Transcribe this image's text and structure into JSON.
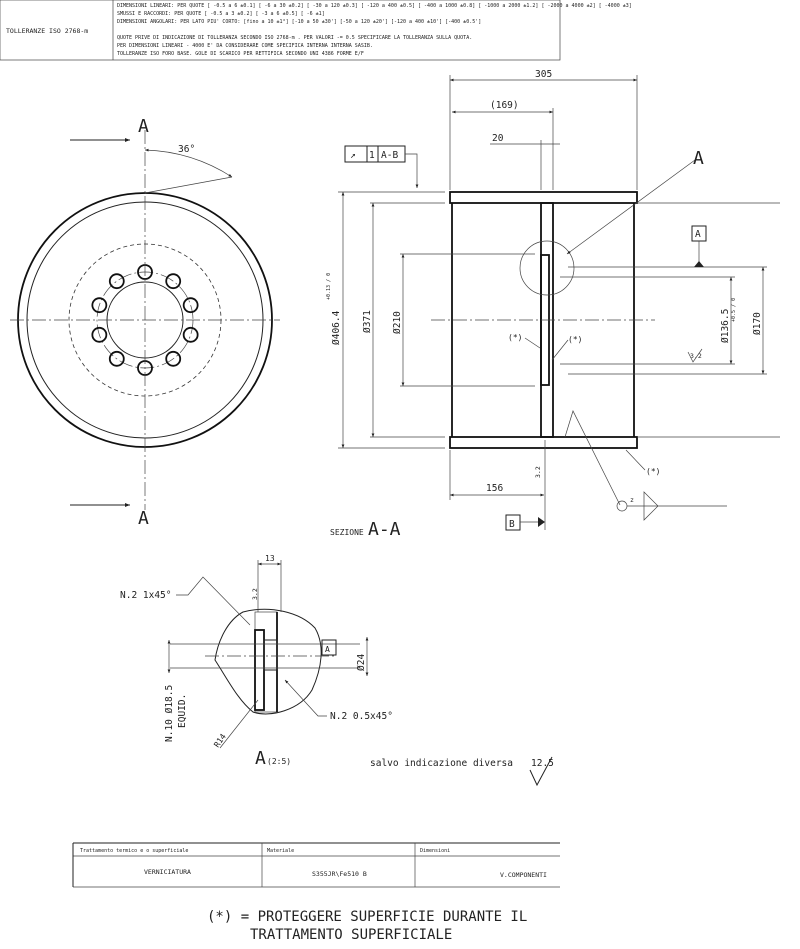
{
  "header": {
    "tolerance_standard": "TOLLERANZE ISO 2768-m",
    "lines": [
      "DIMENSIONI LINEARI: PER QUOTE [ -0.5 a 6 ±0.1] [ -6 a 30 ±0.2] [ -30 a 120 ±0.3] [ -120 a 400 ±0.5] [ -400 a 1000 ±0.8] [ -1000 a 2000 ±1.2] [ -2000 a 4000 ±2] [ -4000 ±3]",
      "SMUSSI E RACCORDI: PER QUOTE [ -0.5 a 3 ±0.2] [ -3 a 6 ±0.5] [ -6 ±1]",
      "DIMENSIONI ANGOLARI: PER LATO PIU' CORTO: [fino a 10 ±1°] [-10 a 50 ±30'] [-50 a 120 ±20'] [-120 a 400 ±10'] [-400 ±0.5']",
      "QUOTE PRIVE DI INDICAZIONE DI TOLLERANZA SECONDO ISO 2768-m . PER VALORI -= 0.5 SPECIFICARE LA TOLLERANZA SULLA QUOTA.",
      "PER DIMENSIONI LINEARI - 4000 E' DA CONSIDERARE COME SPECIFICA INTERNA INTERNA SASIB.",
      "TOLLERANZE ISO FORO BASE. GOLE DI SCARICO PER RETTIFICA SECONDO UNI 4386 FORME E/F"
    ]
  },
  "front_view": {
    "section_mark_top": "A",
    "section_mark_bottom": "A",
    "angle": "36°"
  },
  "section_view": {
    "title_prefix": "SEZIONE",
    "title": "A-A",
    "dims": {
      "overall_length": "305",
      "web_position": "(169)",
      "web_thickness": "20",
      "outer_diameter": "Ø406.4",
      "outer_tol": "+0.13 / 0",
      "inner_diameter": "Ø371",
      "bolt_circle": "Ø210",
      "bore": "Ø136.5",
      "bore_tol": "+0.5 / 0",
      "hub_diameter": "Ø170",
      "web_offset": "156"
    },
    "feature_control": {
      "symbol": "↗",
      "tolerance": "1",
      "datum": "A-B"
    },
    "datum_a": "A",
    "datum_b": "B",
    "detail_label": "A",
    "surface_note": "(*)",
    "roughness": "3.2",
    "weld_number": "z"
  },
  "detail_view": {
    "title": "A",
    "scale": "(2:5)",
    "chamfer_outer": "N.2 1x45°",
    "chamfer_inner": "N.2 0.5x45°",
    "holes": "N.10 Ø18.5",
    "holes_note": "EQUID.",
    "width": "13",
    "diameter": "Ø24",
    "radius": "R14",
    "roughness": "3.2",
    "datum": "A"
  },
  "general_roughness": {
    "text": "salvo indicazione diversa",
    "value": "12.5"
  },
  "title_table": {
    "headers": [
      "Trattamento termico e o superficiale",
      "Materiale",
      "Dimensioni"
    ],
    "values": [
      "VERNICIATURA",
      "S355JR\\Fe510 B",
      "V.COMPONENTI"
    ]
  },
  "footnote": {
    "line1": "(*) = PROTEGGERE SUPERFICIE DURANTE IL",
    "line2": "TRATTAMENTO SUPERFICIALE"
  }
}
